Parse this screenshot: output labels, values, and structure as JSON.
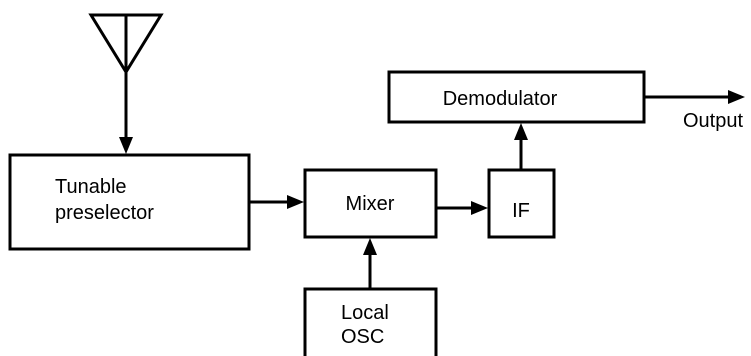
{
  "diagram": {
    "blocks": {
      "tunable_preselector": {
        "line1": "Tunable",
        "line2": "preselector"
      },
      "mixer": {
        "label": "Mixer"
      },
      "if": {
        "label": "IF"
      },
      "demodulator": {
        "label": "Demodulator"
      },
      "local_osc": {
        "line1": "Local",
        "line2": "OSC"
      }
    },
    "output_label": "Output"
  }
}
